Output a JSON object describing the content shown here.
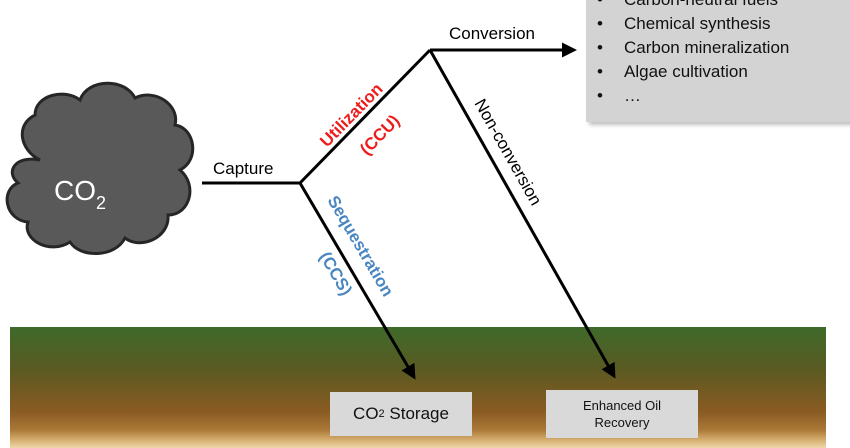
{
  "cloud": {
    "label": "CO",
    "subscript": "2"
  },
  "labels": {
    "capture": "Capture",
    "conversion": "Conversion",
    "non_conversion": "Non-conversion",
    "utilization": "Utilization",
    "ccu": "(CCU)",
    "sequestration": "Sequestration",
    "ccs": "(CCS)"
  },
  "conversion_list": [
    "Carbon-neutral fuels",
    "Chemical synthesis",
    "Carbon mineralization",
    "Algae cultivation",
    "…"
  ],
  "storage": {
    "prefix": "CO",
    "subscript": "2",
    "suffix": " Storage"
  },
  "eor": {
    "line1": "Enhanced Oil",
    "line2": "Recovery"
  },
  "colors": {
    "utilization": "#ee1c1c",
    "sequestration": "#4a86c0",
    "cloud_fill": "#595959",
    "cloud_stroke": "#262626",
    "list_box": "#d3d3d3",
    "ground_top": "#3e6a2a",
    "ground_bottom": "#c4903f"
  }
}
